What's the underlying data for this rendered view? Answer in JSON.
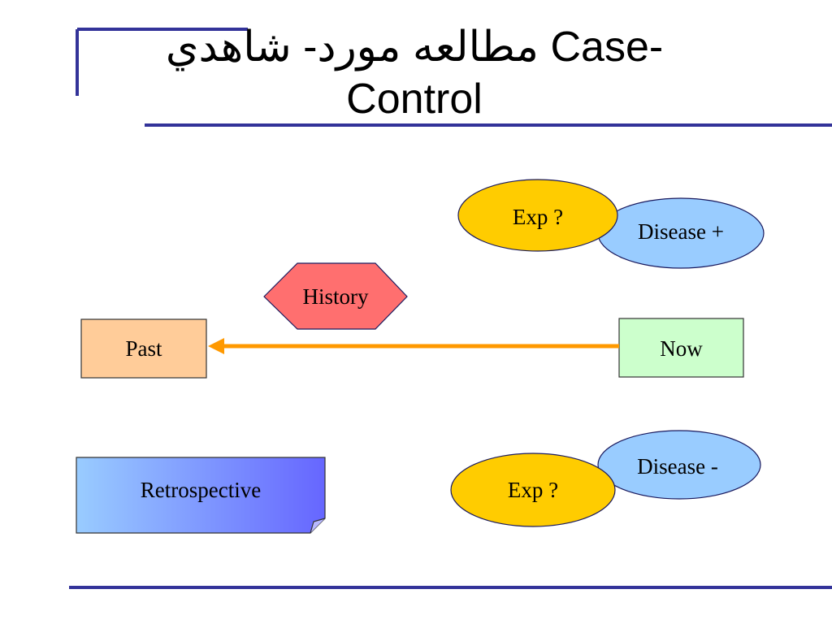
{
  "slide": {
    "title_line1_arabic": "مطالعه مورد- شاهدي",
    "title_line1_latin": "Case-",
    "title_line2": "Control"
  },
  "diagram": {
    "nodes": {
      "exp_top": {
        "label": "Exp ?",
        "color": "#ffcc00"
      },
      "disease_pos": {
        "label": "Disease +",
        "color": "#99ccff"
      },
      "history": {
        "label": "History",
        "color": "#ff6f6f"
      },
      "past": {
        "label": "Past",
        "color": "#ffcc99"
      },
      "now": {
        "label": "Now",
        "color": "#ccffcc"
      },
      "retrospective": {
        "label": "Retrospective",
        "color": "#99ccff"
      },
      "exp_bottom": {
        "label": "Exp ?",
        "color": "#ffcc00"
      },
      "disease_neg": {
        "label": "Disease -",
        "color": "#99ccff"
      }
    },
    "edges": [
      {
        "from": "now",
        "to": "past",
        "color": "#ff9900"
      }
    ]
  }
}
